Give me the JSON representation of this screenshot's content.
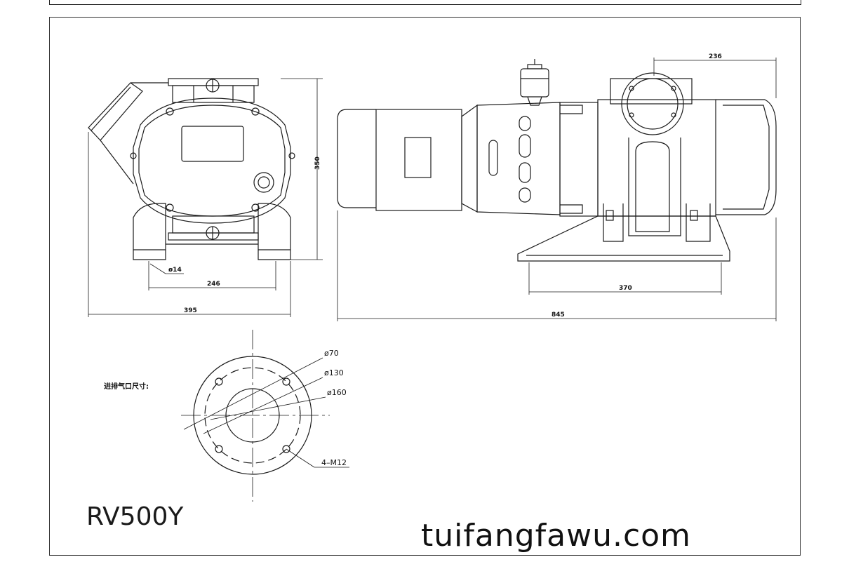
{
  "model_name": "RV500Y",
  "website": "tuifangfawu.com",
  "side_view": {
    "dim_height": "350",
    "dim_width_total": "395",
    "dim_foot_span": "246",
    "dim_hole": "ø14"
  },
  "front_view": {
    "dim_length_total": "845",
    "dim_foot_span": "370",
    "dim_top_offset": "236"
  },
  "flange": {
    "title": "进排气口尺寸:",
    "d_inner": "ø70",
    "d_bolt_circle": "ø130",
    "d_outer": "ø160",
    "bolts": "4–M12"
  }
}
